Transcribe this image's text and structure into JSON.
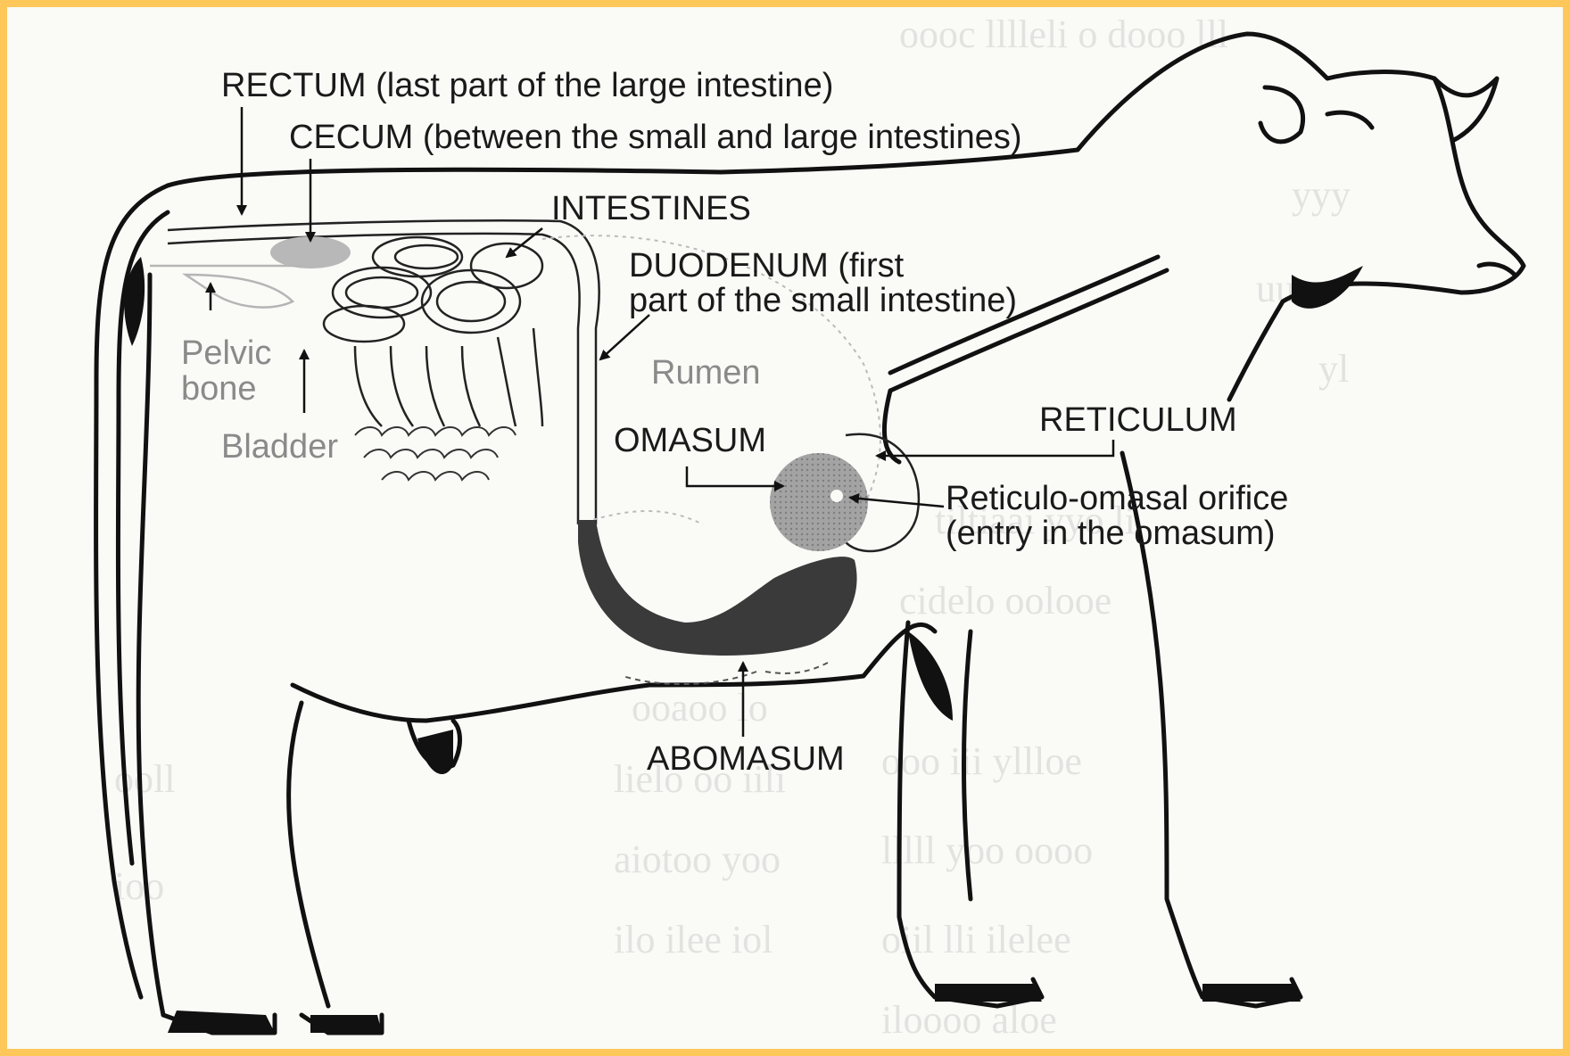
{
  "labels": {
    "rectum": "RECTUM (last part of the large intestine)",
    "cecum": "CECUM (between the small and large intestines)",
    "intestines": "INTESTINES",
    "duodenum_line1": "DUODENUM (first",
    "duodenum_line2": "part of the small intestine)",
    "rumen": "Rumen",
    "pelvic_line1": "Pelvic",
    "pelvic_line2": "bone",
    "bladder": "Bladder",
    "omasum": "OMASUM",
    "reticulum": "RETICULUM",
    "orifice_line1": "Reticulo-omasal orifice",
    "orifice_line2": "(entry in the omasum)",
    "abomasum": "ABOMASUM"
  },
  "colors": {
    "border": "#fdc75a",
    "paper": "#fafaf7",
    "omasum_fill": "#9a9a9a",
    "abomasum_fill": "#3a3a3a",
    "faded_text": "#8a8a8a"
  }
}
